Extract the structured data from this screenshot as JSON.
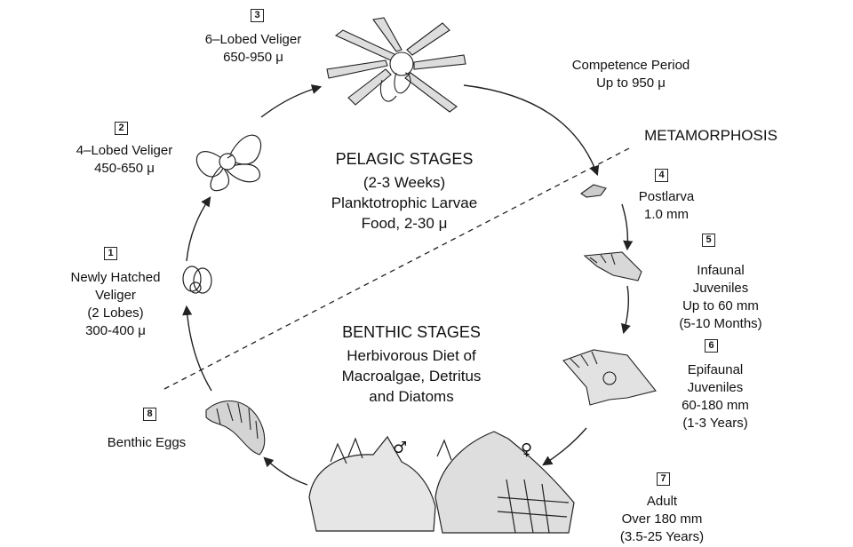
{
  "stages": [
    {
      "num": "1",
      "title": "Newly Hatched\nVeliger\n(2 Lobes)\n300-400 μ"
    },
    {
      "num": "2",
      "title": "4–Lobed Veliger\n450-650 μ"
    },
    {
      "num": "3",
      "title": "6–Lobed Veliger\n650-950 μ"
    },
    {
      "num": "4",
      "title": "Postlarva\n1.0 mm"
    },
    {
      "num": "5",
      "title": "Infaunal\nJuveniles\nUp to 60 mm\n(5-10 Months)"
    },
    {
      "num": "6",
      "title": "Epifaunal\nJuveniles\n60-180 mm\n(1-3 Years)"
    },
    {
      "num": "7",
      "title": "Adult\nOver 180 mm\n(3.5-25 Years)"
    },
    {
      "num": "8",
      "title": "Benthic Eggs"
    }
  ],
  "competence": "Competence Period\nUp to 950 μ",
  "metamorphosis": "METAMORPHOSIS",
  "pelagic": {
    "title": "PELAGIC STAGES",
    "detail": "(2-3 Weeks)\nPlanktotrophic Larvae\nFood, 2-30 μ"
  },
  "benthic": {
    "title": "BENTHIC STAGES",
    "detail": "Herbivorous Diet of\nMacroalgae, Detritus\nand Diatoms"
  },
  "symbols": {
    "male": "♂",
    "female": "♀"
  }
}
